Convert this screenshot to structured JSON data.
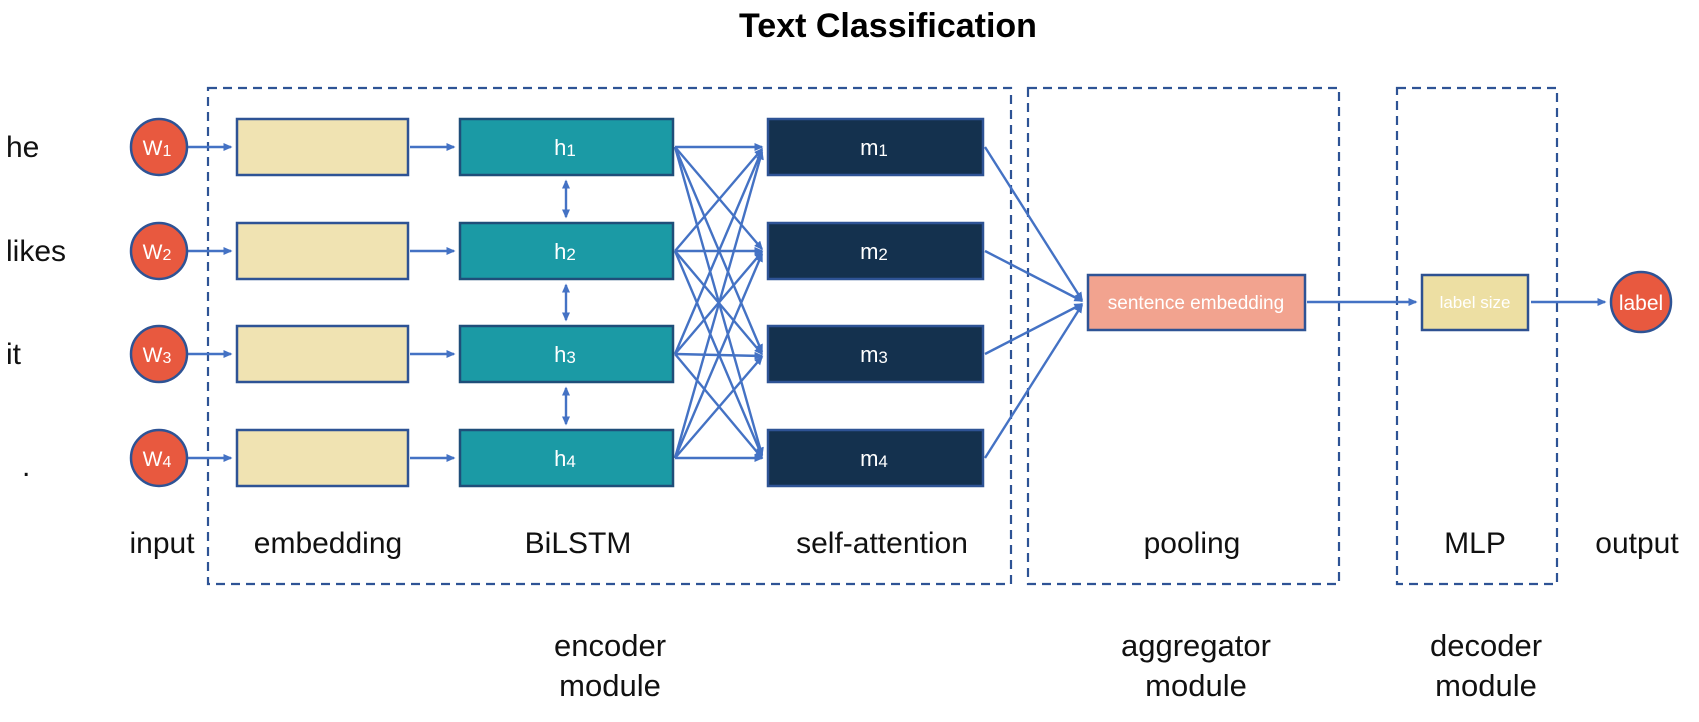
{
  "title": "Text Classification",
  "colors": {
    "background": "#ffffff",
    "arrow_blue": "#4472C4",
    "dashed_border_blue": "#2E5395",
    "node_orange_red": "#E8593F",
    "embedding_tan": "#F0E3B2",
    "bilstm_teal": "#1B9AA5",
    "attention_navy": "#14314E",
    "sentence_salmon": "#F2A38F",
    "label_size_cream": "#EDDFA3",
    "text_black": "#000000",
    "text_white": "#ffffff"
  },
  "rows": [
    {
      "word": "he",
      "w": {
        "base": "W",
        "sub": "1"
      },
      "h": {
        "base": "h",
        "sub": "1"
      },
      "m": {
        "base": "m",
        "sub": "1"
      }
    },
    {
      "word": "likes",
      "w": {
        "base": "W",
        "sub": "2"
      },
      "h": {
        "base": "h",
        "sub": "2"
      },
      "m": {
        "base": "m",
        "sub": "2"
      }
    },
    {
      "word": "it",
      "w": {
        "base": "W",
        "sub": "3"
      },
      "h": {
        "base": "h",
        "sub": "3"
      },
      "m": {
        "base": "m",
        "sub": "3"
      }
    },
    {
      "word": ".",
      "w": {
        "base": "W",
        "sub": "4"
      },
      "h": {
        "base": "h",
        "sub": "4"
      },
      "m": {
        "base": "m",
        "sub": "4"
      }
    }
  ],
  "column_labels": {
    "input": "input",
    "embedding": "embedding",
    "bilstm": "BiLSTM",
    "self_attention": "self-attention",
    "pooling": "pooling",
    "mlp": "MLP",
    "output": "output"
  },
  "aggregator": {
    "sentence_embedding": "sentence embedding"
  },
  "decoder": {
    "label_size": "label size"
  },
  "output_node": {
    "label": "label"
  },
  "modules": {
    "encoder": {
      "line1": "encoder",
      "line2": "module"
    },
    "aggregator": {
      "line1": "aggregator",
      "line2": "module"
    },
    "decoder": {
      "line1": "decoder",
      "line2": "module"
    }
  }
}
